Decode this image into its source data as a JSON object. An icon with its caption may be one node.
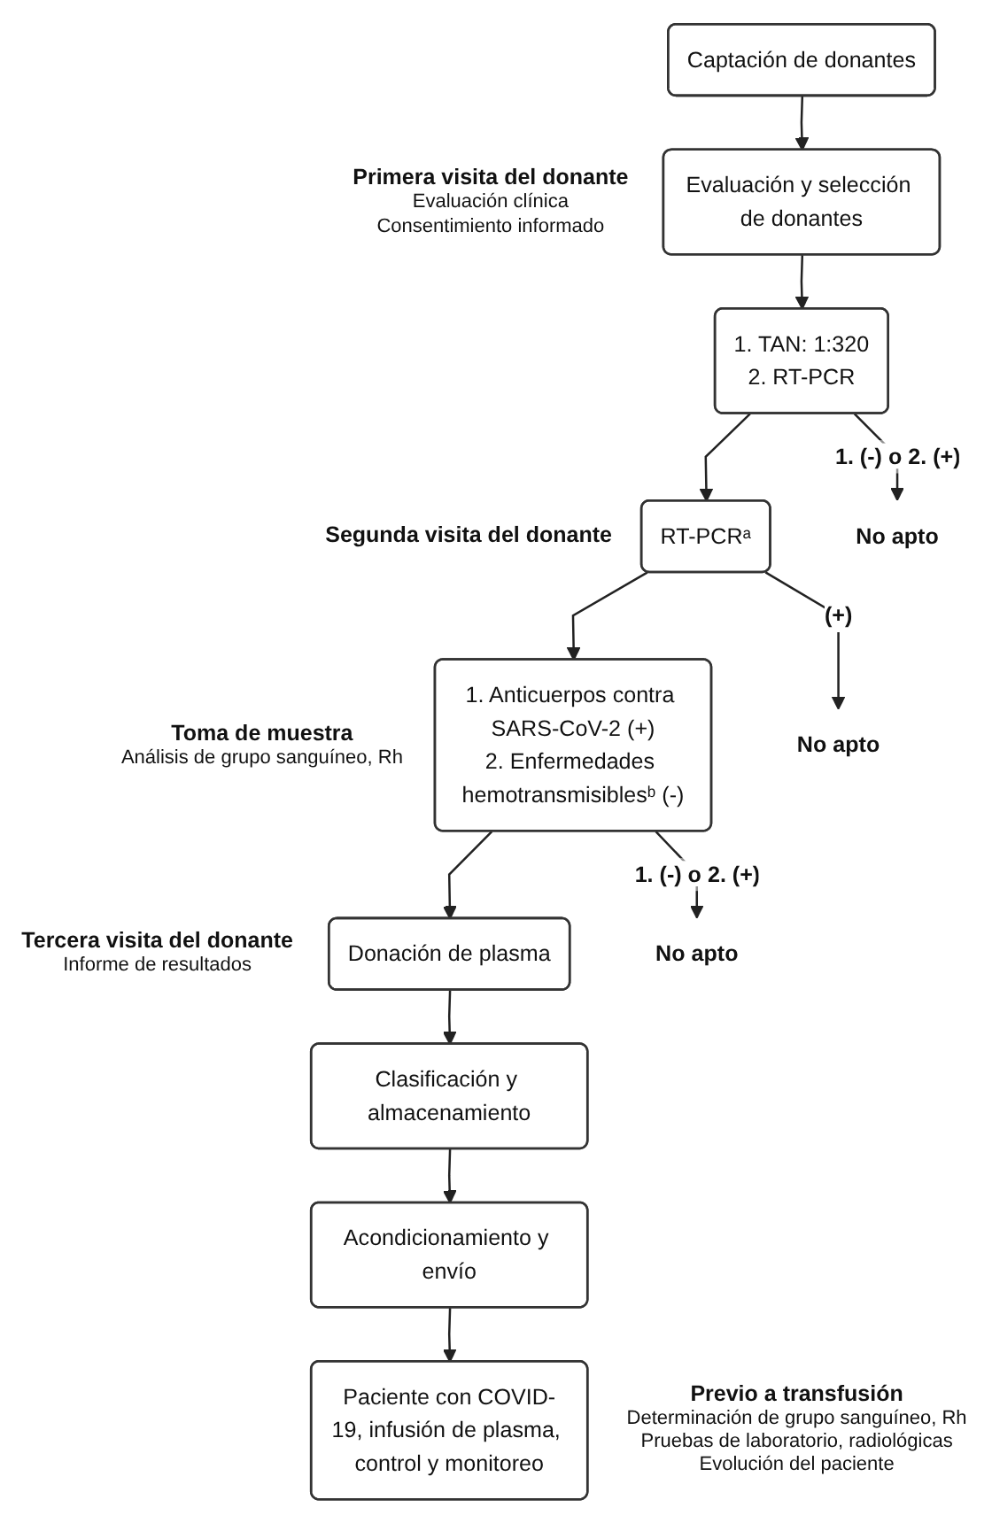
{
  "diagram": {
    "nodes": [
      {
        "text": [
          "Captación de donantes"
        ]
      },
      {
        "text": [
          "Evaluación y selección de donantes"
        ],
        "beside": [
          "Primera visita del donante",
          "Evaluación clínica",
          "Consentimiento informado"
        ]
      },
      {
        "text": [
          "1. TAN: 1:320",
          "2. RT-PCR"
        ]
      },
      {
        "text": [
          "No apto"
        ]
      },
      {
        "text": [
          "RT-PCRᵃ"
        ],
        "beside": [
          "Segunda visita del donante"
        ]
      },
      {
        "text": [
          "No apto"
        ]
      },
      {
        "text": [
          "1. Anticuerpos contra SARS-CoV-2 (+)",
          "2. Enfermedades hemotransmisiblesᵇ (-)"
        ],
        "beside": [
          "Toma de muestra",
          "Análisis de grupo sanguíneo, Rh"
        ]
      },
      {
        "text": [
          "No apto"
        ]
      },
      {
        "text": [
          "Donación de plasma"
        ],
        "beside": [
          "Tercera visita del donante",
          "Informe de resultados"
        ]
      },
      {
        "text": [
          "Clasificación y almacenamiento"
        ]
      },
      {
        "text": [
          "Acondicionamiento y envío"
        ]
      },
      {
        "text": [
          "Paciente con COVID-19, infusión de plasma, control y monitoreo"
        ],
        "beside": [
          "Previo a transfusión",
          "Determinación de grupo sanguíneo, Rh",
          "Pruebas de laboratorio, radiológicas",
          "Evolución del paciente"
        ]
      }
    ],
    "edges": [
      {
        "from": 0,
        "to": 1,
        "arrow": "to"
      },
      {
        "from": 1,
        "to": 2,
        "arrow": "to"
      },
      {
        "from": 2,
        "to": 3,
        "arrow": "to",
        "label": "1. (-) o 2. (+)"
      },
      {
        "from": 2,
        "to": 4,
        "arrow": "to"
      },
      {
        "from": 4,
        "to": 5,
        "arrow": "to",
        "label": "(+)"
      },
      {
        "from": 4,
        "to": 6,
        "arrow": "to"
      },
      {
        "from": 6,
        "to": 7,
        "arrow": "to",
        "label": "1. (-) o 2. (+)"
      },
      {
        "from": 6,
        "to": 8,
        "arrow": "to"
      },
      {
        "from": 8,
        "to": 9,
        "arrow": "to"
      },
      {
        "from": 9,
        "to": 10,
        "arrow": "to"
      },
      {
        "from": 10,
        "to": 11,
        "arrow": "to"
      }
    ]
  }
}
